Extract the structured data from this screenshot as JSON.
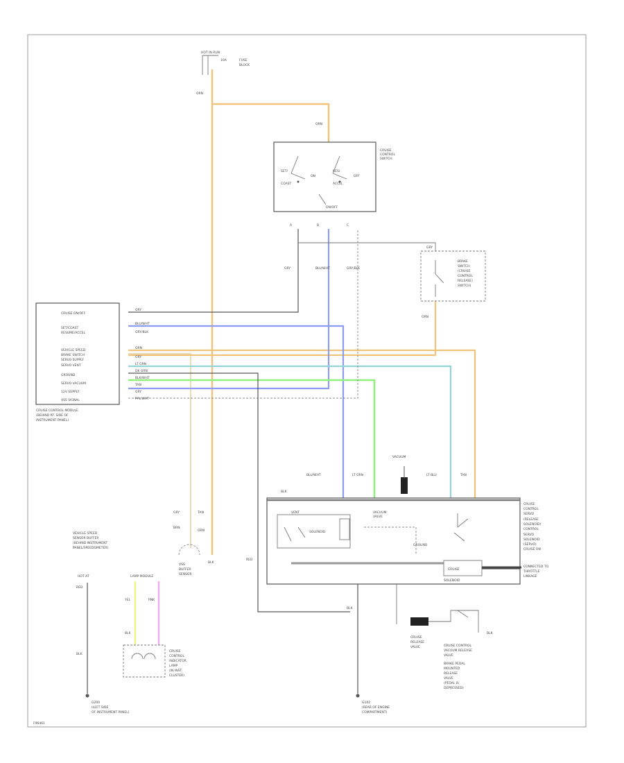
{
  "colors": {
    "orange": "#f0c27a",
    "tan": "#e9dcb8",
    "blue": "#8c9cf5",
    "green": "#8ff07e",
    "teal": "#93d4d8",
    "gray": "#555555",
    "yellow": "#f4f47a",
    "pink": "#f7a7ef",
    "darkgray": "#9a9a9a"
  },
  "fuse": {
    "line1": "HOT IN RUN",
    "line2": "FUSE",
    "line3": "BLOCK",
    "fuse_num": "10A",
    "wire": "ORN"
  },
  "switch": {
    "title_lines": [
      "CRUISE",
      "CONTROL",
      "SWITCH"
    ],
    "in_wire": "ORN",
    "contacts": [
      "SET/",
      "COAST",
      "RES/",
      "ACCEL",
      "ON",
      "OFF"
    ],
    "bottom_label": "ON/OFF",
    "pins": [
      "A",
      "B",
      "C"
    ],
    "out_wires": [
      "GRY",
      "BLU/WHT",
      "GRY/BLK"
    ]
  },
  "brake_switch": {
    "title_lines": [
      "BRAKE",
      "SWITCH",
      "(CRUISE",
      "CONTROL",
      "RELEASE)",
      "SWITCH)"
    ],
    "wire_out": "ORN",
    "wire_in": "GRY"
  },
  "module": {
    "rows": [
      "CRUISE ON/OFF",
      "SET/COAST",
      "RESUME/ACCEL",
      "VEHICLE SPEED",
      "BRAKE SWITCH",
      "SERVO SUPPLY",
      "SERVO VENT",
      "GROUND",
      "SERVO VACUUM",
      "12V SUPPLY",
      "VSS SIGNAL"
    ],
    "wire_labels": [
      "GRY",
      "BLU/WHT",
      "GRY/BLK",
      "ORN",
      "GRY",
      "LT GRN",
      "DK GRN",
      "BLK/WHT",
      "TAN",
      "GRY",
      "PPL/WHT"
    ],
    "caption_lines": [
      "CRUISE CONTROL MODULE",
      "(BEHIND RT. SIDE OF",
      "INSTRUMENT PANEL)"
    ]
  },
  "servo": {
    "top_wires": [
      "BLK",
      "BLU/WHT",
      "LT GRN",
      "VACUUM",
      "LT BLU",
      "TAN"
    ],
    "title_lines": [
      "CRUISE",
      "CONTROL",
      "SERVO",
      "(RELEASE",
      "SOLENOID)",
      "CONTROL",
      "SERVO",
      "SOLENOID",
      "(SERVO)",
      "CRUISE ON"
    ],
    "inner_labels": [
      "VENT",
      "SOLENOID",
      "VACUUM",
      "VALVE",
      "GROUND",
      "CRUISE",
      "SOLENOID"
    ],
    "right_label": [
      "CONNECTED TO",
      "THROTTLE",
      "LINKAGE"
    ],
    "bottom_wire": "BLK"
  },
  "vss": {
    "title_lines": [
      "VEHICLE SPEED",
      "SENSOR BUFFER",
      "(BEHIND INSTRUMENT",
      "PANEL/SPEEDOMETER)"
    ],
    "wires": [
      "GRY",
      "TAN",
      "BRN",
      "ORN"
    ],
    "caption": [
      "VSS",
      "BUFFER",
      "SENSOR"
    ]
  },
  "power_left": {
    "label": "HOT AT",
    "wires": [
      "RED",
      "BLK"
    ]
  },
  "lamp": {
    "header": "LAMP MODULE",
    "wires": [
      "YEL",
      "PNK",
      "BLK"
    ],
    "caption_lines": [
      "CRUISE",
      "CONTROL",
      "INDICATOR",
      "LAMP",
      "(IN INST.",
      "CLUSTER)"
    ]
  },
  "release_valve": {
    "caption_lines": [
      "CRUISE",
      "RELEASE",
      "VALVE"
    ],
    "right_lines": [
      "CRUISE CONTROL",
      "VACUUM RELEASE",
      "VALVE"
    ],
    "note_lines": [
      "BRAKE PEDAL",
      "MOUNTED",
      "RELEASE",
      "VALVE",
      "(PEDAL IS",
      "DEPRESSED)"
    ],
    "wire": "BLK"
  },
  "grounds": {
    "left": [
      "G200",
      "(LEFT SIDE",
      "OF INSTRUMENT PANEL)"
    ],
    "right": [
      "G102",
      "(REAR OF ENGINE",
      "COMPARTMENT)"
    ]
  },
  "corner_id": "F96461"
}
